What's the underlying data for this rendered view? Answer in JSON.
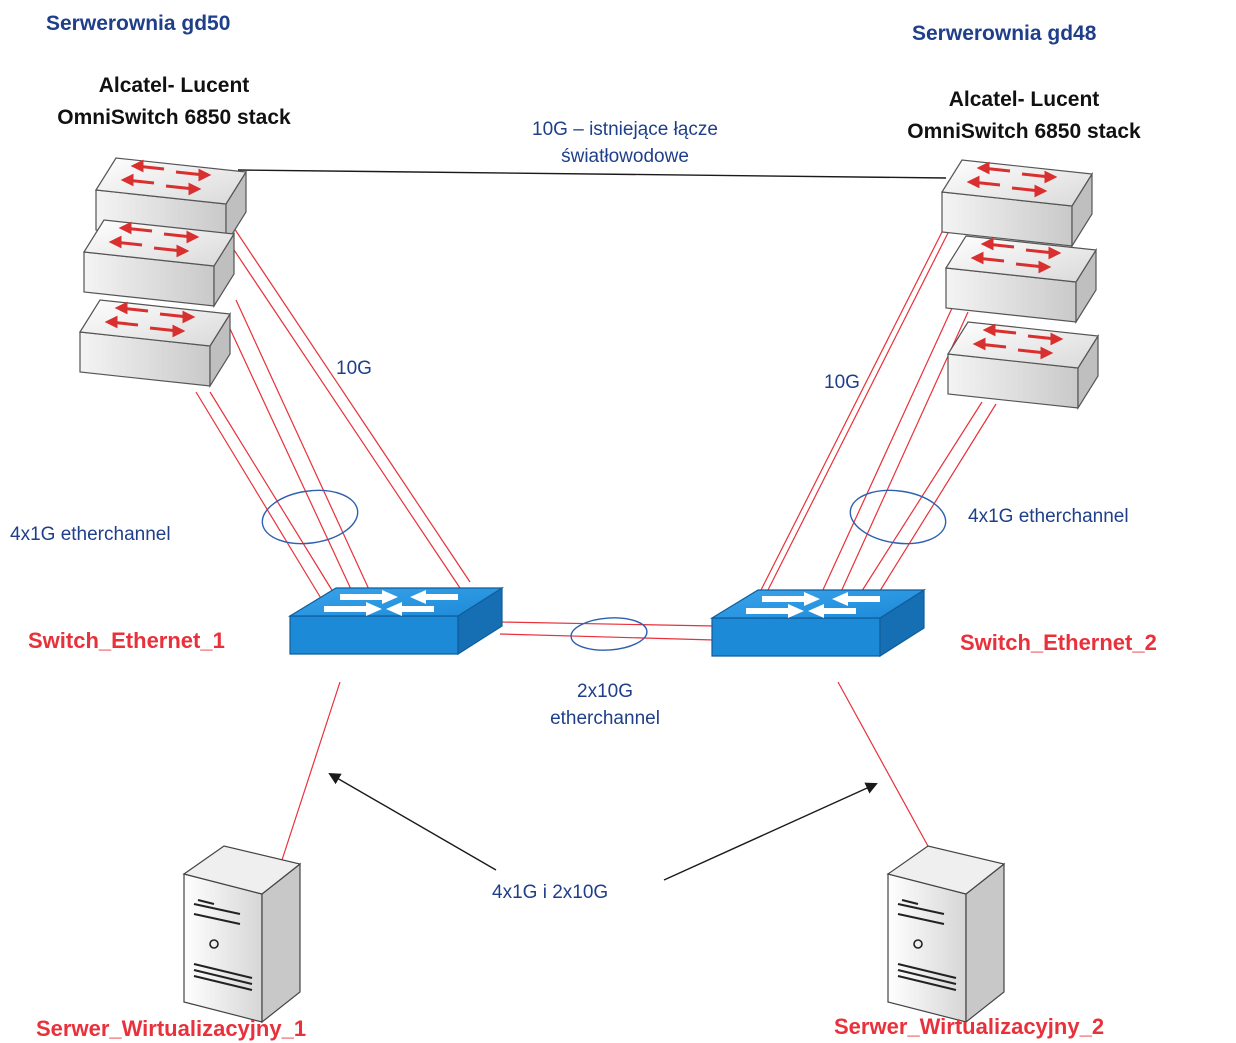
{
  "rooms": {
    "left": "Serwerownia gd50",
    "right": "Serwerownia gd48"
  },
  "stacks": {
    "left": {
      "line1": "Alcatel- Lucent",
      "line2": "OmniSwitch 6850 stack"
    },
    "right": {
      "line1": "Alcatel- Lucent",
      "line2": "OmniSwitch 6850 stack"
    }
  },
  "links": {
    "inter_room_line1": "10G – istniejące łącze",
    "inter_room_line2": "światłowodowe",
    "uplink_left": "10G",
    "uplink_right": "10G",
    "etherchannel_left": "4x1G etherchannel",
    "etherchannel_right": "4x1G etherchannel",
    "core_line1": "2x10G",
    "core_line2": "etherchannel",
    "servers": "4x1G i 2x10G"
  },
  "switches": {
    "left": "Switch_Ethernet_1",
    "right": "Switch_Ethernet_2"
  },
  "servers": {
    "left": "Serwer_Wirtualizacyjny_1",
    "right": "Serwer_Wirtualizacyjny_2"
  },
  "colors": {
    "room_title": "#1f3f8a",
    "link_red": "#e8313a",
    "switch_blue": "#1d8ad8",
    "bundle_ring": "#2f5fb0"
  },
  "icons": {
    "stack_switch": "layer3-switch-icon",
    "ethernet_switch": "workgroup-switch-icon",
    "server": "tower-server-icon"
  }
}
